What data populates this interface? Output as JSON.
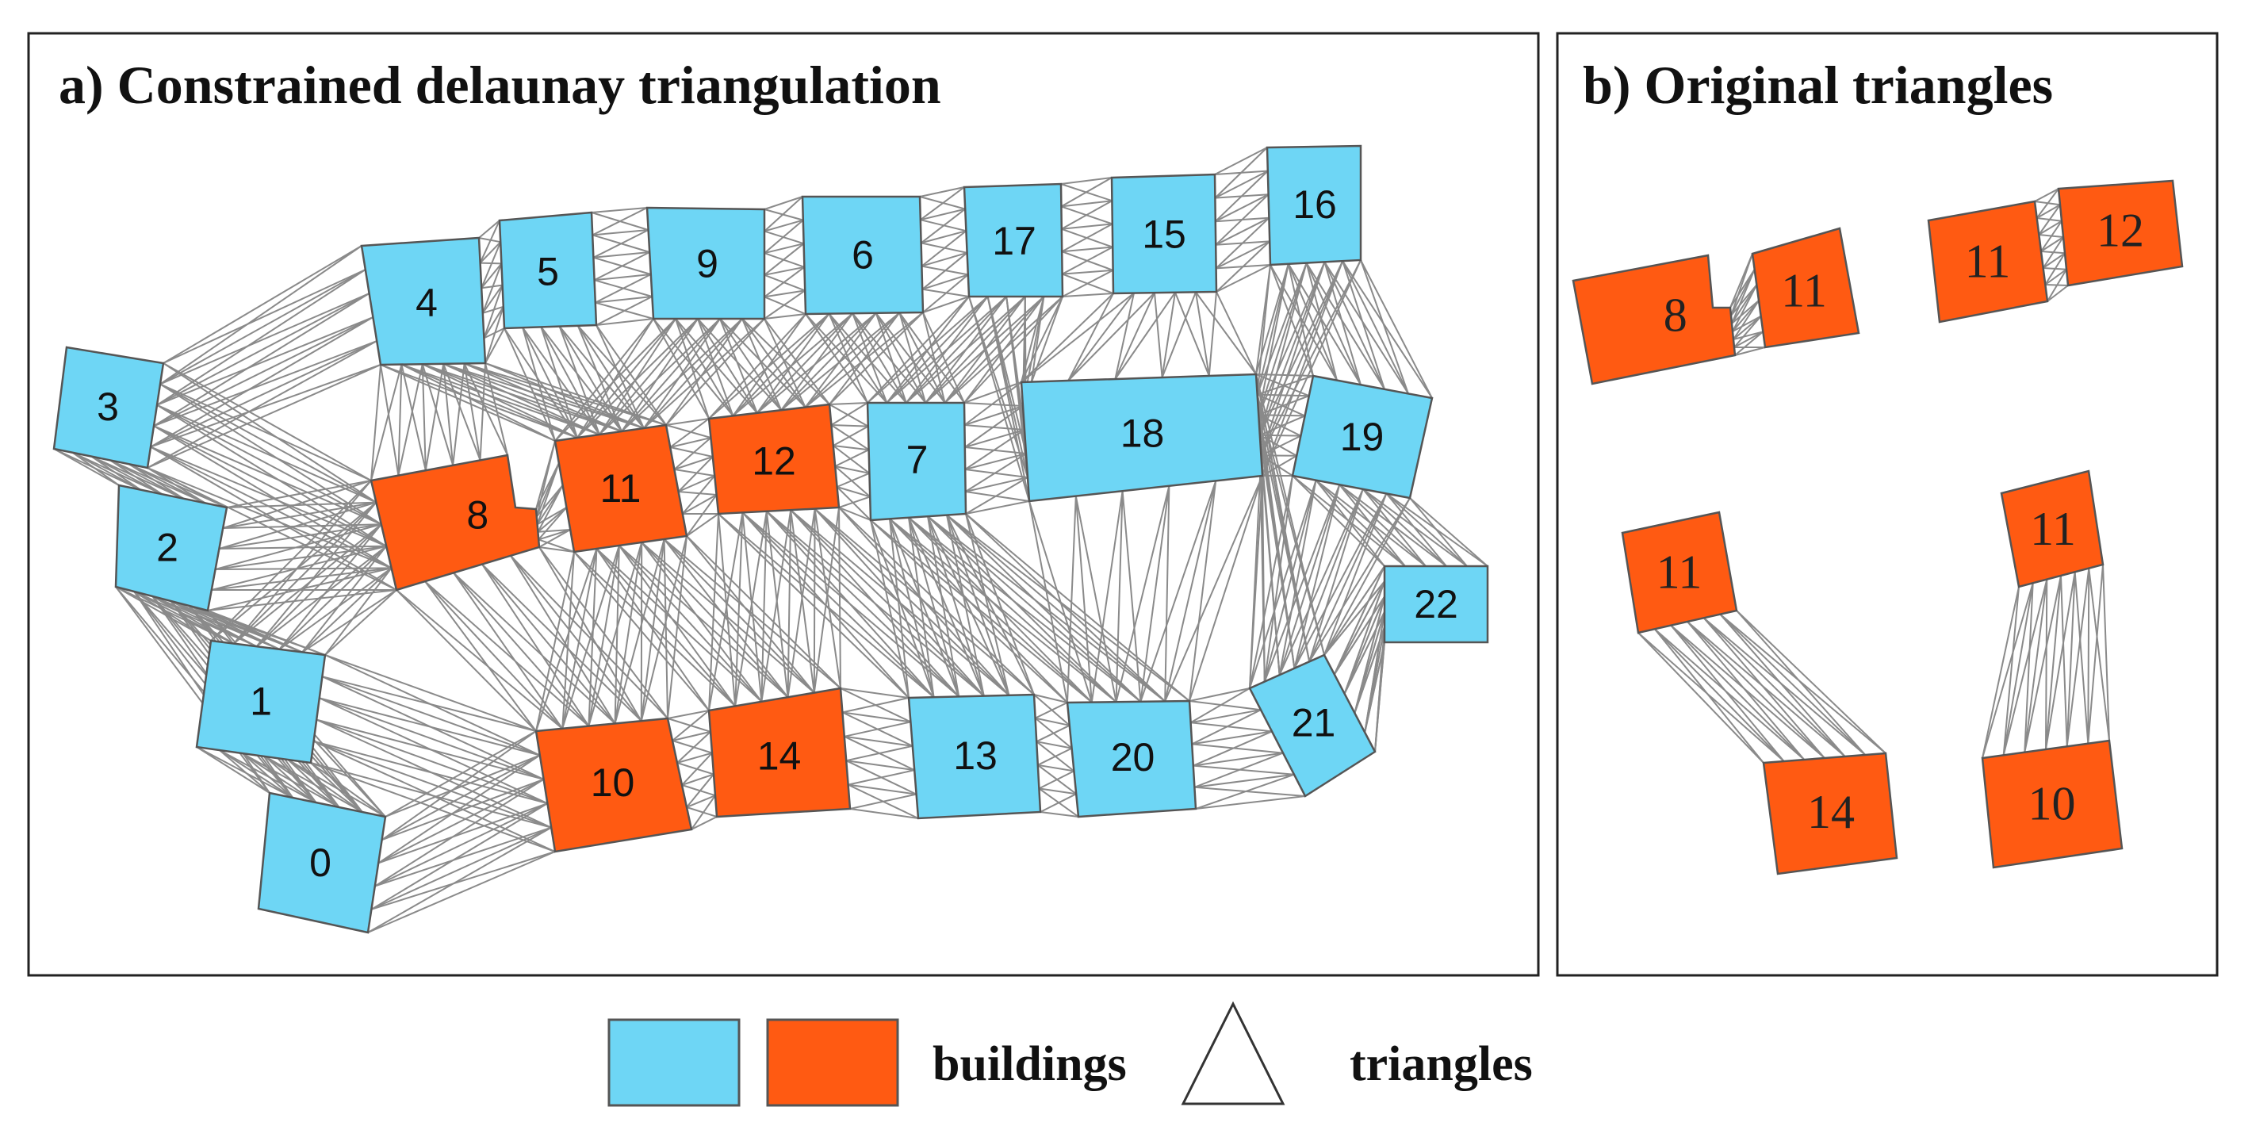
{
  "colors": {
    "blue": "#6ed6f5",
    "orange": "#ff5a12",
    "edge": "#555555",
    "triangle": "#8a8a8a"
  },
  "panel_a": {
    "title": "a) Constrained delaunay triangulation",
    "buildings": [
      {
        "id": "0",
        "color": "blue"
      },
      {
        "id": "1",
        "color": "blue"
      },
      {
        "id": "2",
        "color": "blue"
      },
      {
        "id": "3",
        "color": "blue"
      },
      {
        "id": "4",
        "color": "blue"
      },
      {
        "id": "5",
        "color": "blue"
      },
      {
        "id": "6",
        "color": "blue"
      },
      {
        "id": "7",
        "color": "blue"
      },
      {
        "id": "8",
        "color": "orange"
      },
      {
        "id": "9",
        "color": "blue"
      },
      {
        "id": "10",
        "color": "orange"
      },
      {
        "id": "11",
        "color": "orange"
      },
      {
        "id": "12",
        "color": "orange"
      },
      {
        "id": "13",
        "color": "blue"
      },
      {
        "id": "14",
        "color": "orange"
      },
      {
        "id": "15",
        "color": "blue"
      },
      {
        "id": "16",
        "color": "blue"
      },
      {
        "id": "17",
        "color": "blue"
      },
      {
        "id": "18",
        "color": "blue"
      },
      {
        "id": "19",
        "color": "blue"
      },
      {
        "id": "20",
        "color": "blue"
      },
      {
        "id": "21",
        "color": "blue"
      },
      {
        "id": "22",
        "color": "blue"
      }
    ]
  },
  "panel_b": {
    "title": "b) Original triangles",
    "pairs": [
      {
        "a": "8",
        "b": "11"
      },
      {
        "a": "11",
        "b": "12"
      },
      {
        "a": "11",
        "b": "14"
      },
      {
        "a": "11",
        "b": "10"
      }
    ]
  },
  "legend": {
    "buildings_label": "buildings",
    "triangles_label": "triangles"
  }
}
